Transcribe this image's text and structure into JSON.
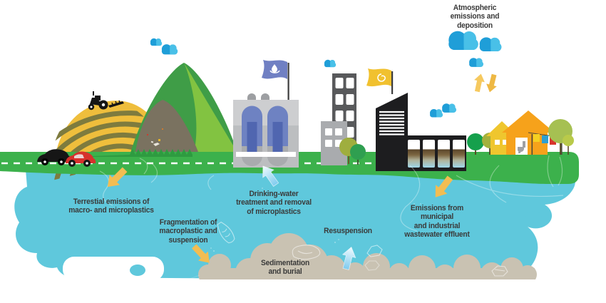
{
  "diagram": {
    "labels": {
      "atmospheric": "Atmospheric\nemissions and\ndeposition",
      "terrestrial": "Terrestial emissions of\nmacro- and microplastics",
      "fragmentation": "Fragmentation of\nmacroplastic and\nsuspension",
      "drinking_water": "Drinking-water\ntreatment and removal\nof microplastics",
      "sedimentation": "Sedimentation\nand burial",
      "resuspension": "Resuspension",
      "wastewater": "Emissions from\nmunicipal\nand industrial\nwastewater effluent"
    },
    "colors": {
      "water": "#5fc8dc",
      "bank_green": "#3cb14c",
      "mountain_dark": "#3f9d47",
      "mountain_light": "#82c341",
      "landfill": "#7a7260",
      "field_yellow": "#efbe3c",
      "field_olive": "#7e7b3e",
      "sediment": "#c9c2b2",
      "cloud_dark": "#1f9ed8",
      "cloud_light": "#49c0e8",
      "arrow_yellow": "#f2bd52",
      "arrow_blue_light": "#f2fbff",
      "arrow_blue": "#7ecbee",
      "text": "#3a3a3a"
    }
  }
}
